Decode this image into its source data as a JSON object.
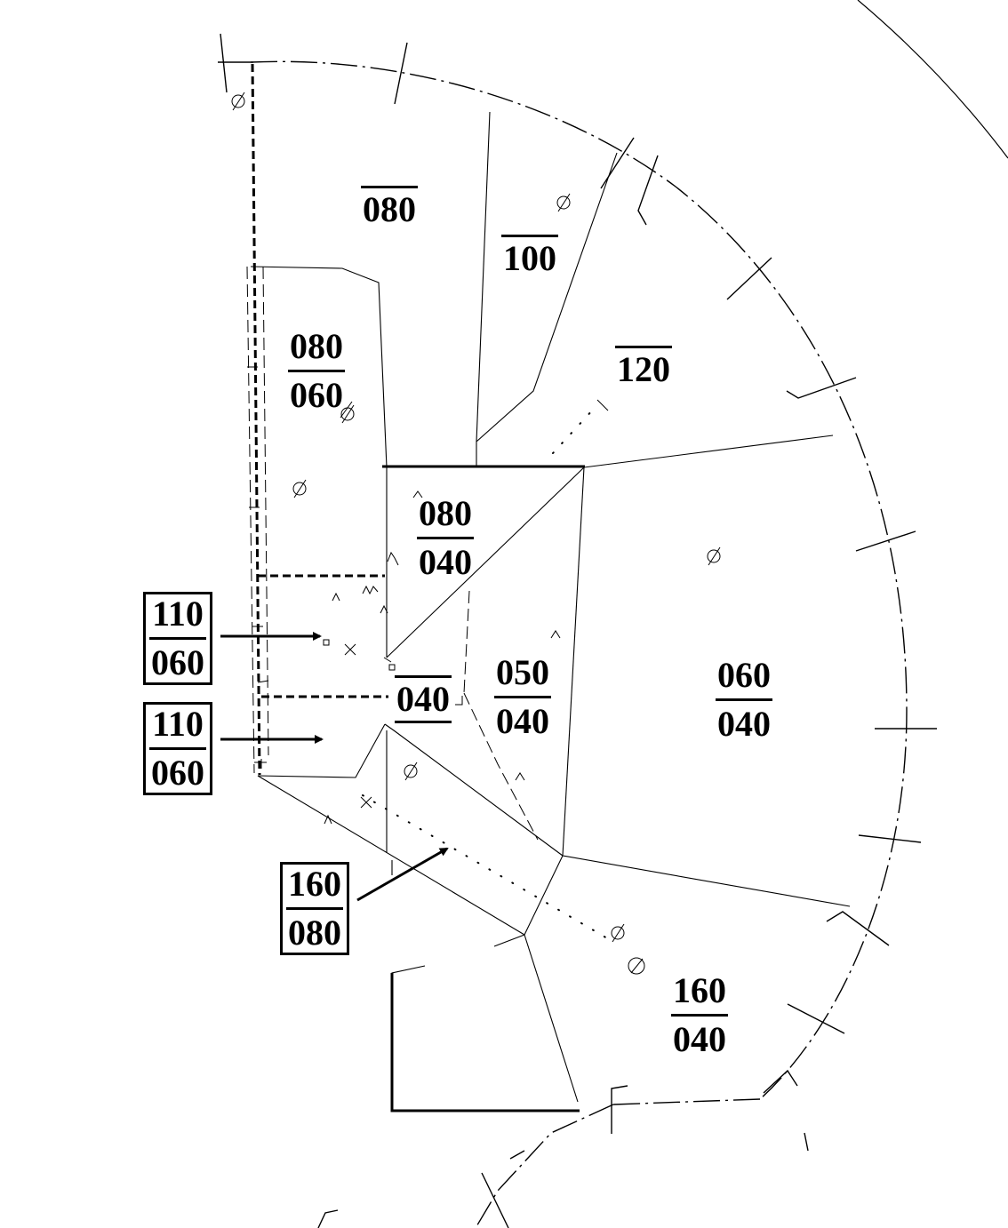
{
  "sectors": {
    "s080_top": {
      "value": "080"
    },
    "s100": {
      "value": "100"
    },
    "s120": {
      "value": "120"
    },
    "s080_060": {
      "upper": "080",
      "lower": "060"
    },
    "s080_040": {
      "upper": "080",
      "lower": "040"
    },
    "s050_040": {
      "upper": "050",
      "lower": "040"
    },
    "s040": {
      "value": "040"
    },
    "s060_040": {
      "upper": "060",
      "lower": "040"
    },
    "s160_040": {
      "upper": "160",
      "lower": "040"
    }
  },
  "callouts": {
    "c110_060_a": {
      "upper": "110",
      "lower": "060"
    },
    "c110_060_b": {
      "upper": "110",
      "lower": "060"
    },
    "c160_080": {
      "upper": "160",
      "lower": "080"
    }
  }
}
